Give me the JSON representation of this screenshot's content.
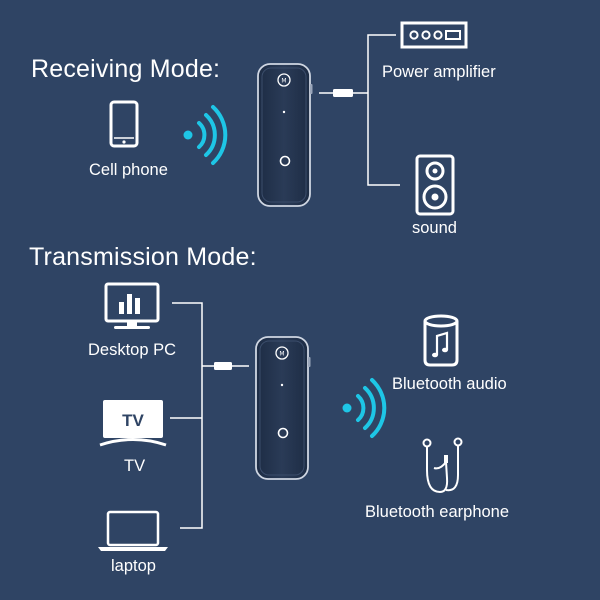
{
  "colors": {
    "background": "#2f4464",
    "signal": "#1ec6e6",
    "text": "#ffffff",
    "connector": "#ffffff"
  },
  "receiving": {
    "heading": "Receiving Mode:",
    "source": {
      "label": "Cell phone",
      "icon": "cell-phone-icon"
    },
    "signal_icon": "wireless-signal-icon",
    "device_icon": "bluetooth-adapter-icon",
    "outputs": [
      {
        "label": "Power amplifier",
        "icon": "power-amplifier-icon"
      },
      {
        "label": "sound",
        "icon": "speaker-icon"
      }
    ]
  },
  "transmission": {
    "heading": "Transmission Mode:",
    "sources": [
      {
        "label": "Desktop PC",
        "icon": "desktop-pc-icon"
      },
      {
        "label": "TV",
        "icon": "tv-icon",
        "icon_text": "TV"
      },
      {
        "label": "laptop",
        "icon": "laptop-icon"
      }
    ],
    "signal_icon": "wireless-signal-icon",
    "device_icon": "bluetooth-adapter-icon",
    "outputs": [
      {
        "label": "Bluetooth audio",
        "icon": "bluetooth-speaker-icon"
      },
      {
        "label": "Bluetooth earphone",
        "icon": "earphone-icon"
      }
    ]
  }
}
